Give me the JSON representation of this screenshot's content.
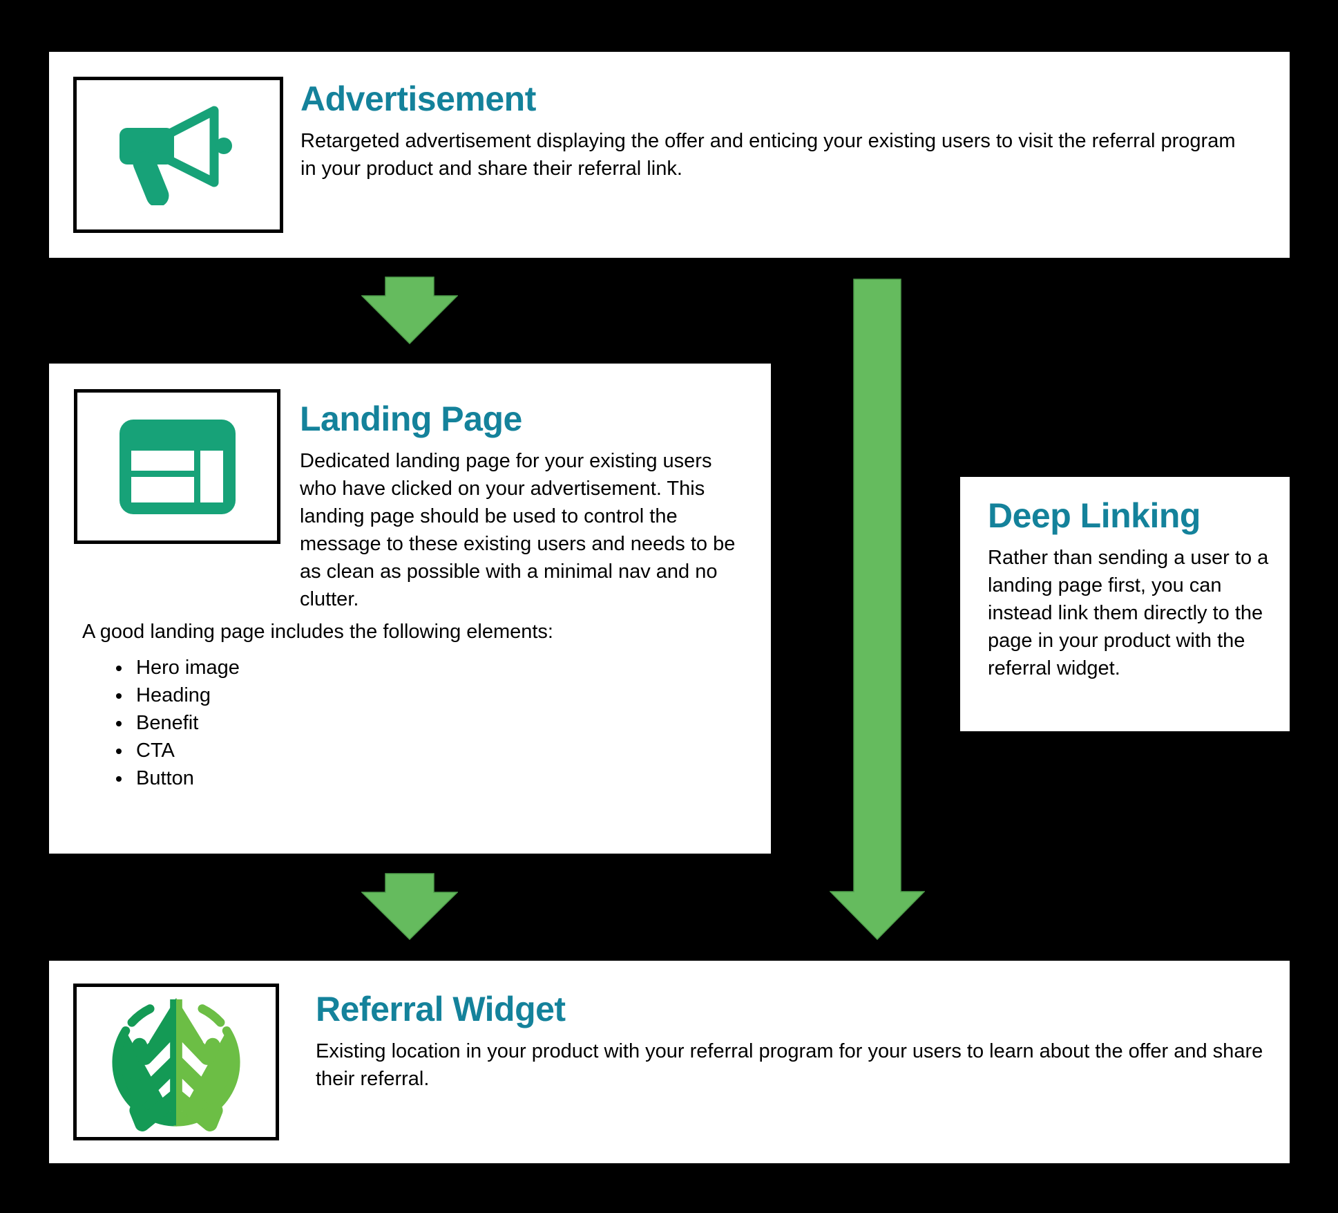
{
  "colors": {
    "background": "#000000",
    "box_background": "#ffffff",
    "icon_border": "#000000",
    "accent_teal": "#14829B",
    "icon_emerald": "#17A278",
    "arrow_green": "#65BB5E",
    "arrow_outline": "#4E9E4A",
    "tree_dark_green": "#149A55",
    "tree_light_green": "#6CBE45"
  },
  "sections": {
    "advertisement": {
      "title": "Advertisement",
      "body": "Retargeted advertisement displaying the offer and enticing your existing users to visit the referral program in your product and share their referral link.",
      "icon": "megaphone-icon"
    },
    "landing_page": {
      "title": "Landing Page",
      "body": "Dedicated landing page for your existing users who have clicked on your advertisement. This landing page should be used to control the message to these existing users and needs to be as clean as possible with a minimal nav and no clutter.",
      "elements_intro": "A good landing page includes the following elements:",
      "elements": [
        "Hero image",
        "Heading",
        "Benefit",
        "CTA",
        "Button"
      ],
      "icon": "browser-layout-icon"
    },
    "deep_linking": {
      "title": "Deep Linking",
      "body": "Rather than sending a user to a landing page first, you can instead link them directly to the page in your product with the referral widget."
    },
    "referral_widget": {
      "title": "Referral Widget",
      "body": "Existing location in your product with your referral program for your users to learn about the offer and share their referral.",
      "icon": "evergreen-tree-logo-icon"
    }
  }
}
